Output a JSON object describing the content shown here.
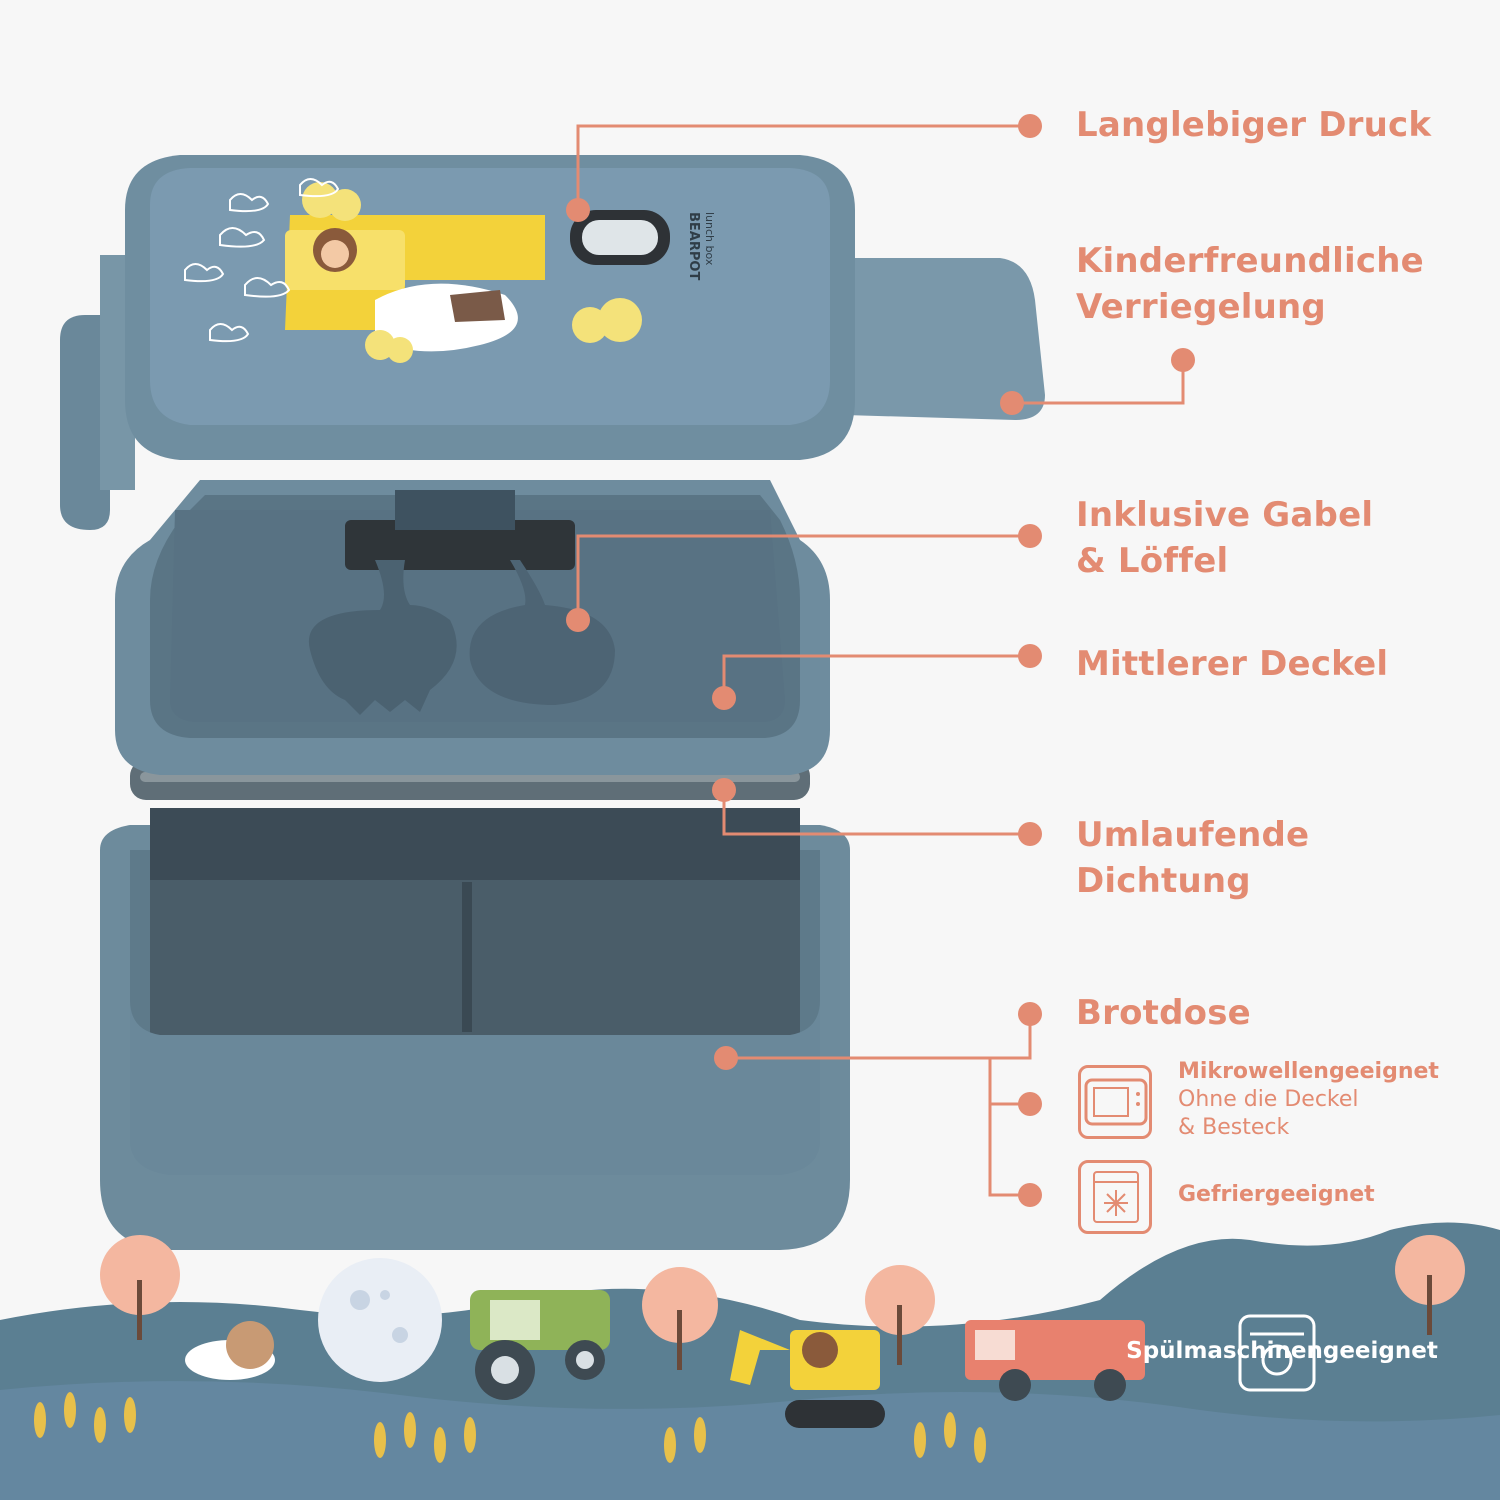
{
  "features": {
    "print": "Langlebiger Druck",
    "lock_line1": "Kinderfreundliche",
    "lock_line2": "Verriegelung",
    "cutlery_line1": "Inklusive Gabel",
    "cutlery_line2": "& Löffel",
    "middle_lid": "Mittlerer Deckel",
    "seal_line1": "Umlaufende",
    "seal_line2": "Dichtung",
    "lunchbox": "Brotdose"
  },
  "icons": {
    "microwave_title": "Mikrowellengeeignet",
    "microwave_note1": "Ohne die Deckel",
    "microwave_note2": "& Besteck",
    "freezer_title": "Gefriergeeignet",
    "dishwasher_title": "Spülmaschinengeeignet"
  },
  "product": {
    "brand_line1": "BEARPOT",
    "brand_line2": "lunch box"
  },
  "colors": {
    "accent": "#e38b72",
    "box_blue": "#6f8ea0",
    "hill_blue": "#5b7f92",
    "background": "#f7f7f7"
  }
}
